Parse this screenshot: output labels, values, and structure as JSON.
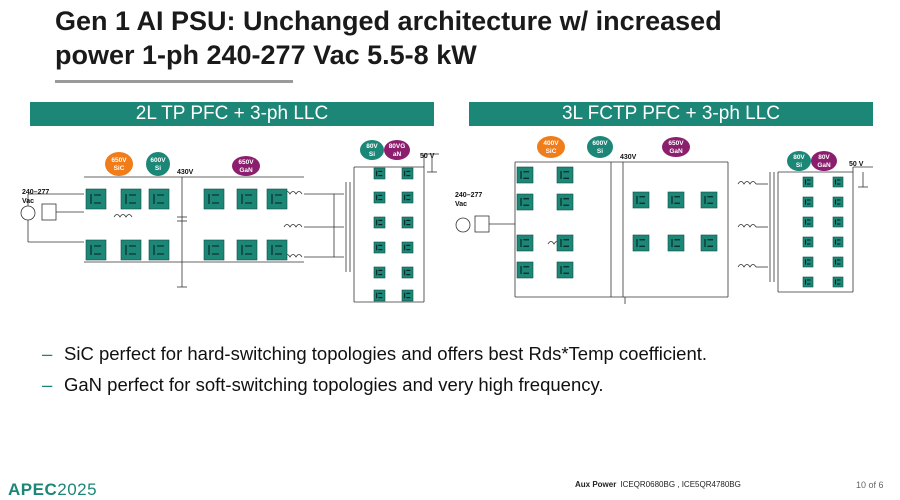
{
  "slide": {
    "title_line1": "Gen 1 AI PSU: Unchanged architecture w/ increased",
    "title_line2": "power  1-ph  240-277 Vac  5.5-8 kW"
  },
  "left_panel": {
    "header": "2L TP PFC + 3-ph LLC",
    "input_label_1": "240–277",
    "input_label_2": "Vac",
    "bus_voltage": "430V",
    "output_voltage": "50 V",
    "badges": [
      {
        "line1": "650V",
        "line2": "SiC",
        "color": "#f07d1a"
      },
      {
        "line1": "600V",
        "line2": "Si",
        "color": "#1c8677"
      },
      {
        "line1": "650V",
        "line2": "GaN",
        "color": "#8b1f6e"
      },
      {
        "line1": "80V",
        "line2": "Si",
        "color": "#1c8677"
      },
      {
        "line1": "80VG",
        "line2": "aN",
        "color": "#8b1f6e"
      }
    ]
  },
  "right_panel": {
    "header": "3L FCTP PFC + 3-ph LLC",
    "input_label_1": "240–277",
    "input_label_2": "Vac",
    "bus_voltage": "430V",
    "output_voltage": "50 V",
    "badges": [
      {
        "line1": "400V",
        "line2": "SiC",
        "color": "#f07d1a"
      },
      {
        "line1": "600V",
        "line2": "Si",
        "color": "#1c8677"
      },
      {
        "line1": "650V",
        "line2": "GaN",
        "color": "#8b1f6e"
      },
      {
        "line1": "80V",
        "line2": "Si",
        "color": "#1c8677"
      },
      {
        "line1": "80V",
        "line2": "GaN",
        "color": "#8b1f6e"
      }
    ]
  },
  "bullets": [
    "SiC perfect for hard-switching topologies and offers best Rds*Temp coefficient.",
    "GaN perfect for soft-switching topologies and very high frequency."
  ],
  "bullet_marker": "–",
  "footer": {
    "logo_text": "APEC",
    "logo_year": "2025",
    "aux_label": "Aux Power",
    "aux_parts": "ICEQR0680BG , ICE5QR4780BG",
    "page_number": "10 of 6"
  },
  "colors": {
    "accent_teal": "#1c8677",
    "sic_orange": "#f07d1a",
    "gan_purple": "#8b1f6e"
  }
}
